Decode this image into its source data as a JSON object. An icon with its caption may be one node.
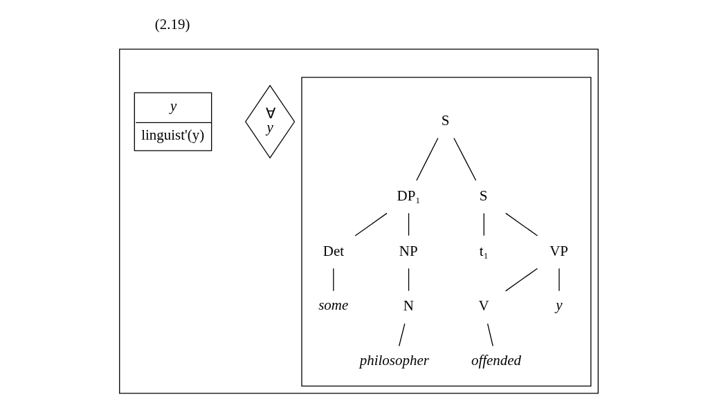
{
  "diagram": {
    "nodes": [
      {
        "text": [],
        "shape": "box"
      },
      {
        "text": [
          "y",
          "linguist'(y)"
        ],
        "in": 0
      },
      {
        "text": [
          "∀",
          "y"
        ],
        "in": 0
      },
      {
        "text": [],
        "shape": "box",
        "in": 0
      },
      {
        "text": [
          "S"
        ],
        "in": 3
      },
      {
        "text": [
          "DP₁"
        ],
        "in": 3
      },
      {
        "text": [
          "S"
        ],
        "in": 3
      },
      {
        "text": [
          "Det"
        ],
        "in": 3
      },
      {
        "text": [
          "NP"
        ],
        "in": 3
      },
      {
        "text": [
          "t₁"
        ],
        "in": 3
      },
      {
        "text": [
          "VP"
        ],
        "in": 3
      },
      {
        "text": [
          "some"
        ],
        "in": 3
      },
      {
        "text": [
          "N"
        ],
        "in": 3
      },
      {
        "text": [
          "V"
        ],
        "in": 3
      },
      {
        "text": [
          "y"
        ],
        "in": 3
      },
      {
        "text": [
          "philosopher"
        ],
        "in": 3
      },
      {
        "text": [
          "offended"
        ],
        "in": 3
      }
    ],
    "edges": [
      {
        "from": 4,
        "to": 5,
        "arrow": "none"
      },
      {
        "from": 4,
        "to": 6,
        "arrow": "none"
      },
      {
        "from": 5,
        "to": 7,
        "arrow": "none"
      },
      {
        "from": 5,
        "to": 8,
        "arrow": "none"
      },
      {
        "from": 6,
        "to": 9,
        "arrow": "none"
      },
      {
        "from": 6,
        "to": 10,
        "arrow": "none"
      },
      {
        "from": 7,
        "to": 11,
        "arrow": "none"
      },
      {
        "from": 8,
        "to": 12,
        "arrow": "none"
      },
      {
        "from": 10,
        "to": 13,
        "arrow": "none"
      },
      {
        "from": 10,
        "to": 14,
        "arrow": "none"
      },
      {
        "from": 12,
        "to": 15,
        "arrow": "none"
      },
      {
        "from": 13,
        "to": 16,
        "arrow": "none"
      }
    ],
    "labels": [
      "(2.19)"
    ]
  }
}
